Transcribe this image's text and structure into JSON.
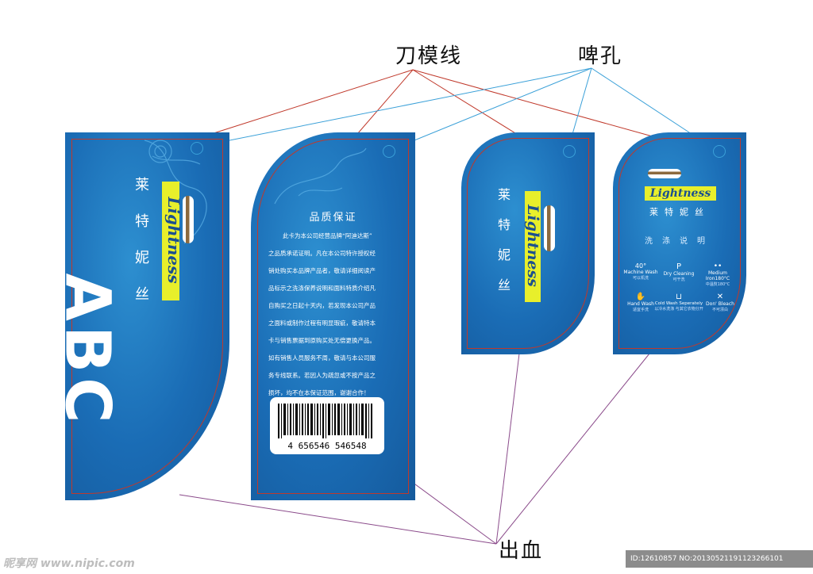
{
  "callouts": {
    "die_line": "刀模线",
    "hole": "啤孔",
    "bleed": "出血"
  },
  "tag1": {
    "big_text": "ABC",
    "brand_cn": "莱特妮丝",
    "logo": "Lightness"
  },
  "tag2": {
    "heading": "品质保证",
    "paragraphs": [
      "此卡为本公司经营品牌“阿迪达斯”",
      "之品质承诺证明。凡在本公司特许授权经",
      "销处购买本品牌产品者，敬请详细阅读产",
      "品标示之洗涤保养说明和面料特质介绍凡",
      "自购买之日起十天内，若发现本公司产品",
      "之面料或制作过程有明显瑕疵，敬请特本",
      "卡与销售票据到原购买处无偿更换产品。",
      "如有销售人员服务不周，敬请与本公司服",
      "务专线联系。若因人为疏忽或不按产品之",
      "损坏，均不在本保证范围，谢谢合作！"
    ],
    "barcode_number": "4 656546 546548"
  },
  "tag3": {
    "brand_cn": "莱特妮丝",
    "logo": "Lightness"
  },
  "tag4": {
    "logo": "Lightness",
    "brand_cn": "莱特妮丝",
    "care_title": "洗涤说明",
    "care_items": [
      {
        "icon": "40°",
        "label": "Machine Wash",
        "sub": "可以机洗"
      },
      {
        "icon": "P",
        "label": "Dry Cleaning",
        "sub": "可干洗"
      },
      {
        "icon": "••",
        "label": "Medium Iron180°C",
        "sub": "中温熨180°C"
      },
      {
        "icon": "✋",
        "label": "Hand Wash",
        "sub": "适宜手洗"
      },
      {
        "icon": "⊔",
        "label": "Cold Wash Seperately",
        "sub": "以冷水洗涤 与其它衣物分开"
      },
      {
        "icon": "✕",
        "label": "Don' Bleach",
        "sub": "不可漂白"
      }
    ]
  },
  "watermark": {
    "site": "昵享网 www.nipic.com",
    "id_text": "ID:12610857 NO:20130521191123266101"
  },
  "colors": {
    "tag_blue": "#1a6cb5",
    "logo_yellow": "#e8ef2b",
    "die_line": "#c0392b",
    "hole_line": "#3aa0d8",
    "bleed_line": "#8a4a8a"
  }
}
